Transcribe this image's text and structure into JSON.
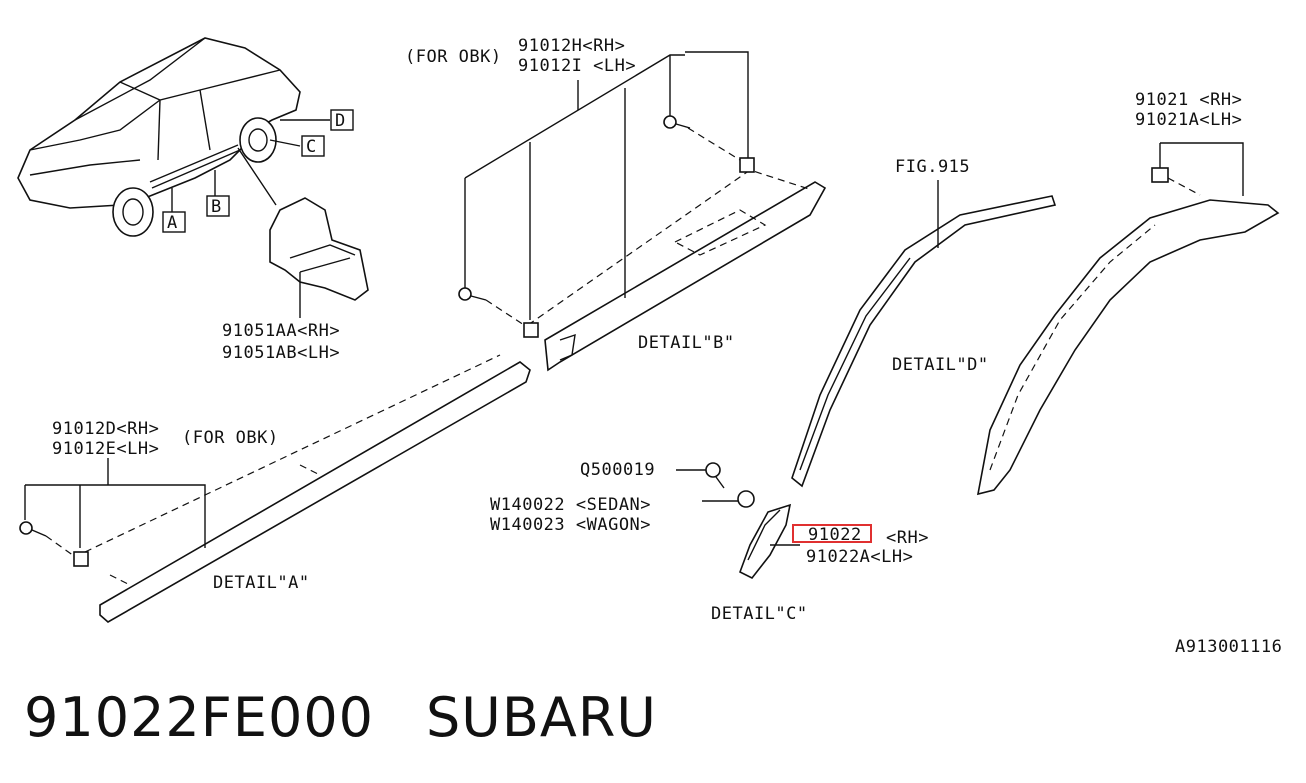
{
  "callouts": {
    "detail_b_note": "(FOR OBK)",
    "detail_b_rh": "91012H<RH>",
    "detail_b_lh": "91012I <LH>",
    "fig_ref": "FIG.915",
    "detail_d_rh": "91021 <RH>",
    "detail_d_lh": "91021A<LH>",
    "view_a": "A",
    "view_b": "B",
    "view_c": "C",
    "view_d": "D",
    "clip_rh": "91051AA<RH>",
    "clip_lh": "91051AB<LH>",
    "detail_a_rh": "91012D<RH>",
    "detail_a_lh": "91012E<LH>",
    "detail_a_note": "(FOR OBK)",
    "screw": "Q500019",
    "nut_sedan": "W140022 <SEDAN>",
    "nut_wagon": "W140023 <WAGON>",
    "highlight_part": "91022",
    "highlight_part_side": "<RH>",
    "detail_c_lh": "91022A<LH>",
    "detail_a_caption": "DETAIL\"A\"",
    "detail_b_caption": "DETAIL\"B\"",
    "detail_c_caption": "DETAIL\"C\"",
    "detail_d_caption": "DETAIL\"D\"",
    "diagram_code": "A913001116"
  },
  "highlight_color": "#e03030",
  "title": {
    "part_number": "91022FE000",
    "brand": "SUBARU"
  }
}
